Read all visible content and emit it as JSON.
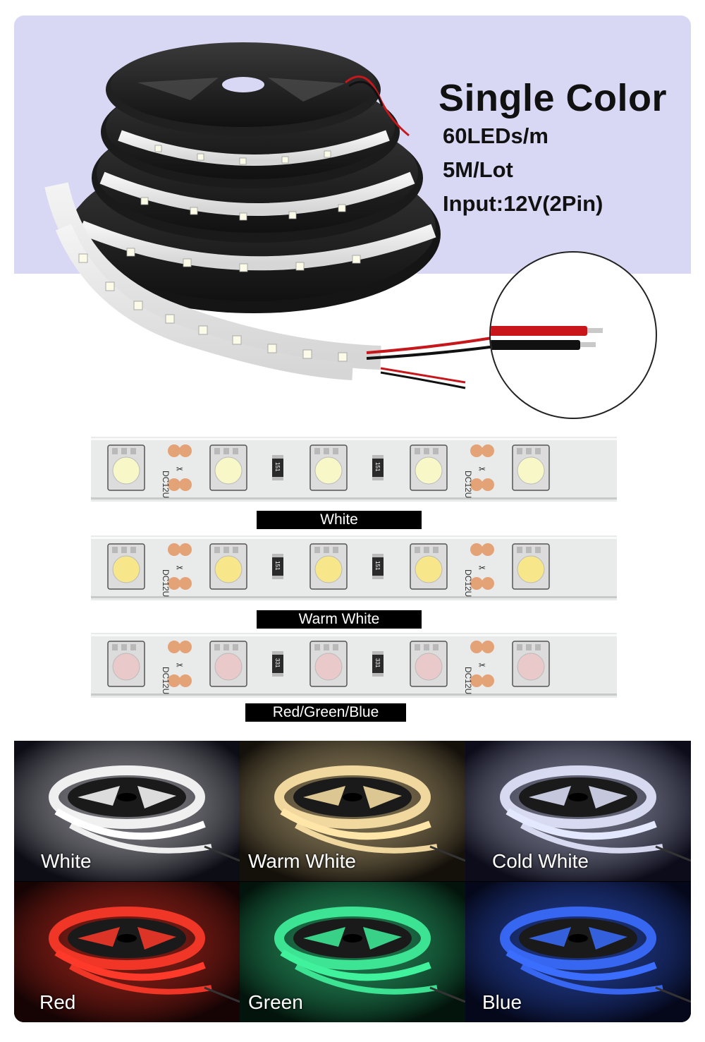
{
  "hero": {
    "title": "Single Color",
    "specs": [
      "60LEDs/m",
      "5M/Lot",
      "Input:12V(2Pin)"
    ],
    "band_color": "#d9d8f4"
  },
  "strip_print": {
    "voltage_mark": "DC12U",
    "resistor_marks": [
      "151",
      "331"
    ]
  },
  "closeups": [
    {
      "label": "White",
      "led_color": "#f7f7c8"
    },
    {
      "label": "Warm White",
      "led_color": "#f7e68a"
    },
    {
      "label": "Red/Green/Blue",
      "led_color": "#e9c9c9"
    }
  ],
  "variants": [
    {
      "label": "White",
      "glow": "#ffffff",
      "bg": "#0d0d16"
    },
    {
      "label": "Warm White",
      "glow": "#ffe6a8",
      "bg": "#14100a"
    },
    {
      "label": "Cold White",
      "glow": "#e4e8ff",
      "bg": "#0c0c1a"
    },
    {
      "label": "Red",
      "glow": "#ff3a2a",
      "bg": "#160404"
    },
    {
      "label": "Green",
      "glow": "#40f29c",
      "bg": "#03140c"
    },
    {
      "label": "Blue",
      "glow": "#3b6dff",
      "bg": "#05081a"
    }
  ],
  "icons": [
    "led-reel-icon",
    "wire-connector-icon"
  ]
}
